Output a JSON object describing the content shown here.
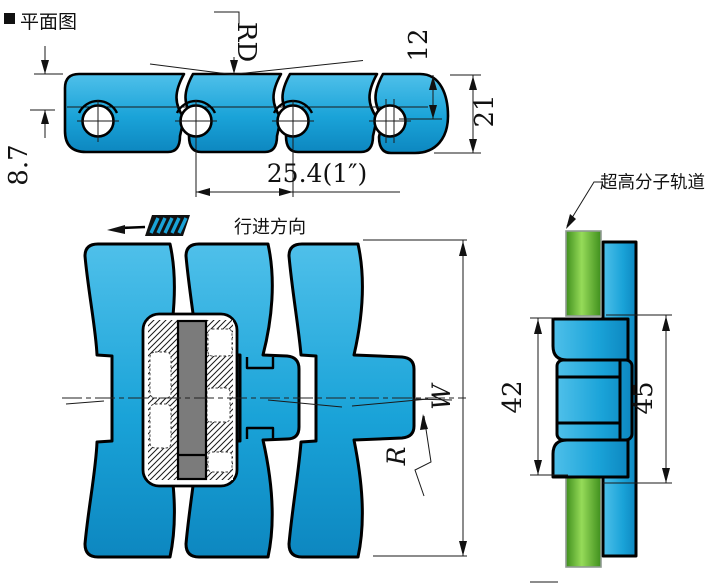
{
  "title": {
    "bullet_icon": "black-square",
    "text": "平面图"
  },
  "top_view": {
    "rd_label": "RD",
    "dim_pin_top": "12",
    "dim_height": "21",
    "dim_top_to_center": "8.7",
    "dim_pitch": "25.4(1″)"
  },
  "plan_view": {
    "direction_label": "行进方向",
    "width_label": "W",
    "radius_label": "R"
  },
  "side_view": {
    "track_label": "超高分子轨道",
    "dim_hub_height": "42",
    "dim_plate_height": "45"
  },
  "colors": {
    "blue-light": "#4fc0ea",
    "blue-mid": "#1aa3d8",
    "blue-dark": "#0d87c0",
    "green-light": "#96db59",
    "green-dark": "#3f8f1d",
    "pin-gray": "#7b7b7b"
  }
}
